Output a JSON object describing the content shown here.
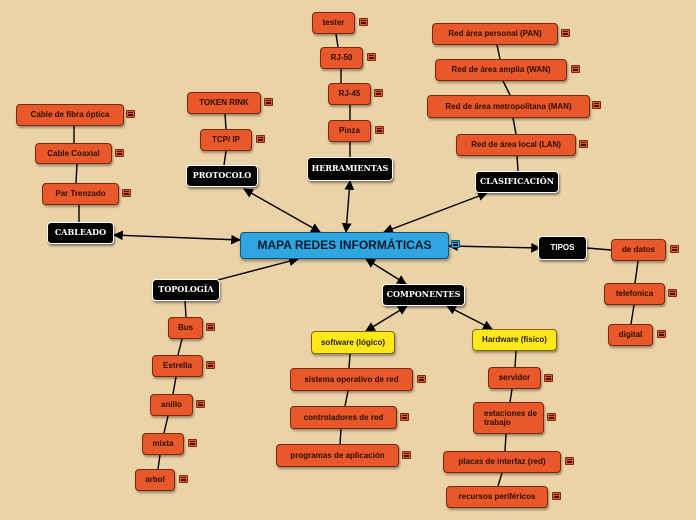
{
  "central": "MAPA REDES INFORMÁTICAS",
  "branches": {
    "cableado": {
      "label": "CABLEADO",
      "items": [
        "Par Trenzado",
        "Cable Coaxial",
        "Cable de fibra óptica"
      ]
    },
    "protocolo": {
      "label": "PROTOCOLO",
      "items": [
        "TCP/ IP",
        "TOKEN RINK"
      ]
    },
    "herramientas": {
      "label": "HERRAMIENTAS",
      "items": [
        "Pinza",
        "RJ-45",
        "RJ-50",
        "tester"
      ]
    },
    "clasificacion": {
      "label": "CLASIFICACIÓN",
      "items": [
        "Red de área local (LAN)",
        "Red de área metropolitana (MAN)",
        "Red de área amplia (WAN)",
        "Red área personal (PAN)"
      ]
    },
    "tipos": {
      "label": "TIPOS",
      "items": [
        "de datos",
        "telefonica",
        "digital"
      ]
    },
    "topologia": {
      "label": "TOPOLOGÍA",
      "items": [
        "Bus",
        "Estrella",
        "anillo",
        "mixta",
        "arbol"
      ]
    },
    "componentes": {
      "label": "COMPONENTES",
      "software": {
        "label": "software (lógico)",
        "items": [
          "sistema operativo de red",
          "controladores de red",
          "programas de aplicación"
        ]
      },
      "hardware": {
        "label": "Hardware (físico)",
        "items": [
          "servidor",
          "estaciones de trabajo",
          "placas de interfaz (red)",
          "recursos periféricos"
        ]
      }
    }
  },
  "colors": {
    "background": "#ebd3a8",
    "central": "#2fa6e0",
    "topic": "#050505",
    "subtopic": "#e8582a",
    "highlight": "#ffe81a",
    "connector": "#000000"
  },
  "icons": {
    "note": "note-icon"
  }
}
